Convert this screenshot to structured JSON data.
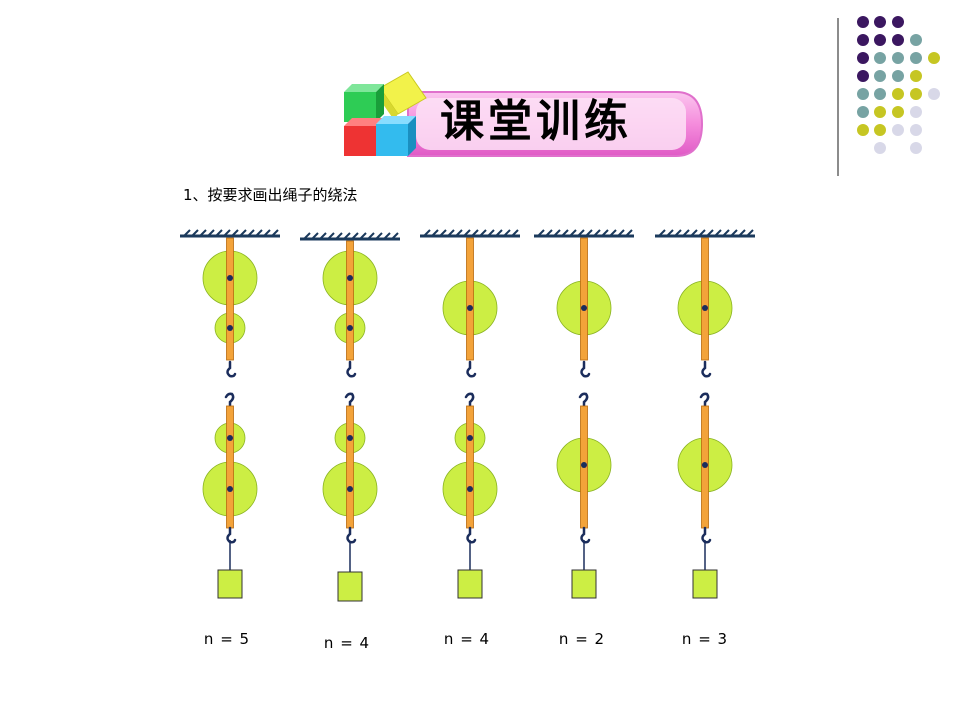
{
  "title": "课堂训练",
  "question": "1、按要求画出绳子的绕法",
  "pulley_systems": [
    {
      "label": "n = 5",
      "top_pulleys": 2,
      "bottom_pulleys": 2
    },
    {
      "label": "n = 4",
      "top_pulleys": 2,
      "bottom_pulleys": 2
    },
    {
      "label": "n = 4",
      "top_pulleys": 1,
      "bottom_pulleys": 2
    },
    {
      "label": "n = 2",
      "top_pulleys": 1,
      "bottom_pulleys": 1
    },
    {
      "label": "n = 3",
      "top_pulleys": 1,
      "bottom_pulleys": 1
    }
  ],
  "colors": {
    "pulley": "#ccee44",
    "bar": "#f3a33a",
    "weight": "#ccee44",
    "dark_purple": "#3b1760",
    "teal": "#77a3a3",
    "olive": "#c6c623",
    "lavender": "#d8d8e8",
    "banner": "#f58cdc"
  }
}
